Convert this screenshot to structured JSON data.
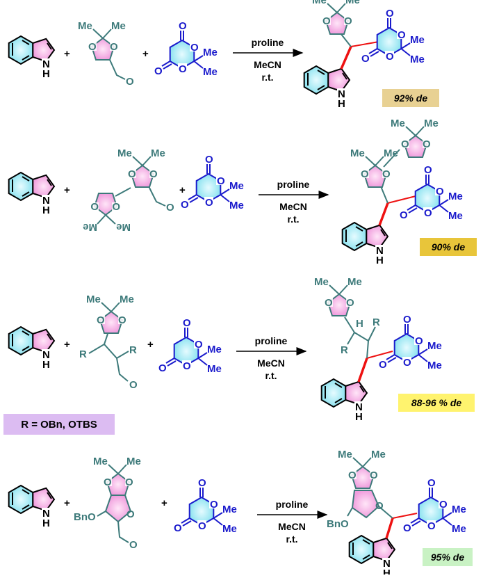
{
  "atoms": {
    "N": "N",
    "H": "H",
    "O": "O",
    "Me": "Me",
    "R": "R",
    "BnO": "BnO"
  },
  "plus": "+",
  "conditions": {
    "catalyst": "proline",
    "solvent": "MeCN",
    "temperature": "r.t."
  },
  "rows": [
    {
      "badge": "92% de",
      "badge_color": "#e8d193"
    },
    {
      "badge": "90% de",
      "badge_color": "#e8c53a"
    },
    {
      "badge": "88-96 % de",
      "badge_color": "#fff36e"
    },
    {
      "badge": "95% de",
      "badge_color": "#c9f2c4"
    }
  ],
  "r_definition": {
    "text": "R = OBn, OTBS",
    "color": "#dcbcf2"
  },
  "colors": {
    "indole": "#000000",
    "sugar": "#3d7a7a",
    "meldrum": "#1a1acc",
    "new_bond": "#ee1111",
    "pink_fill": "#f4b3e6",
    "cyan_fill": "#a8ecf4"
  }
}
